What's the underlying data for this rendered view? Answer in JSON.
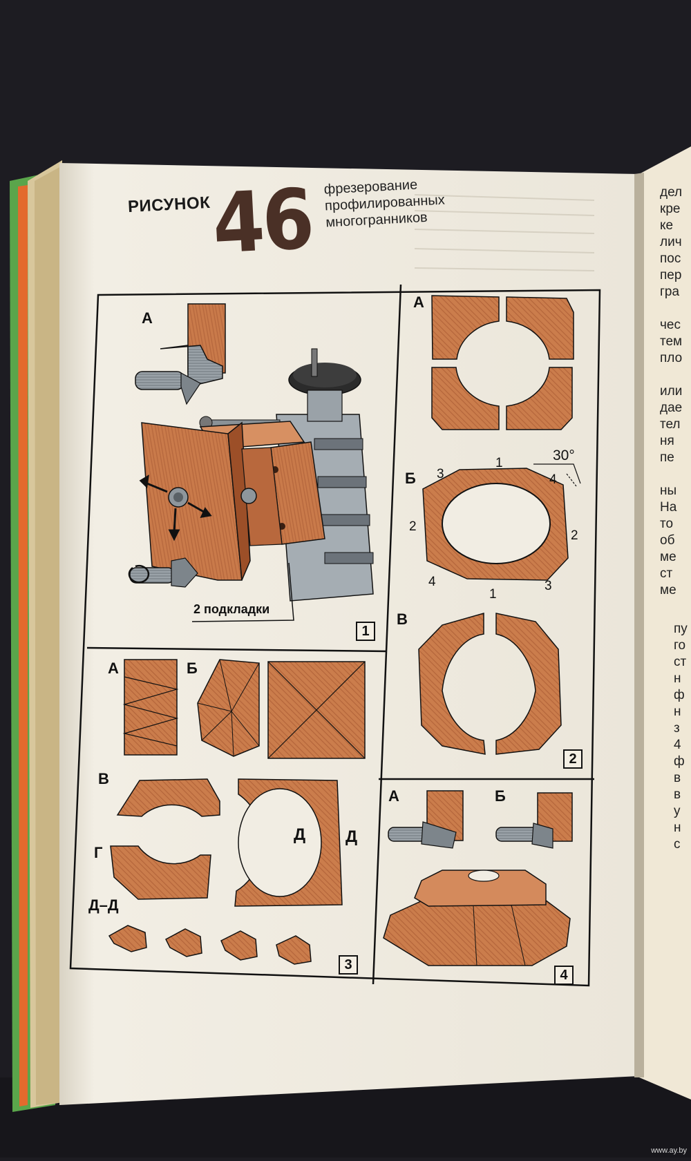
{
  "header": {
    "word": "РИСУНОК",
    "number": "46",
    "title_lines": [
      "фрезерование",
      "профилированных",
      "многогранников"
    ]
  },
  "panel1": {
    "number": "1",
    "label_a": "А",
    "callout": "2 подкладки"
  },
  "panel2": {
    "number": "2",
    "label_a": "А",
    "label_b": "Б",
    "label_v": "В",
    "angle": "30°",
    "edge_numbers": [
      "3",
      "1",
      "4",
      "2",
      "2",
      "4",
      "1",
      "3"
    ]
  },
  "panel3": {
    "number": "3",
    "label_a": "А",
    "label_b": "Б",
    "label_v": "В",
    "label_g": "Г",
    "label_d1": "Д",
    "label_d2": "Д",
    "label_dd": "Д–Д"
  },
  "panel4": {
    "number": "4",
    "label_a": "А",
    "label_b": "Б"
  },
  "right_page_fragments": [
    "дел",
    "кре",
    "ке",
    "лич",
    "пос",
    "пер",
    "гра",
    "чес",
    "тем",
    "пло",
    "или",
    "дае",
    "тел",
    "ня",
    "пе",
    "ны",
    "На",
    "то",
    "об",
    "ме",
    "ст",
    "ме",
    "пу",
    "го",
    "ст",
    "н",
    "ф",
    "н",
    "з",
    "4",
    "ф",
    "в",
    "в",
    "у",
    "н",
    "с"
  ],
  "watermark": "www.ay.by",
  "colors": {
    "wood": "#c97a4a",
    "wood_dark": "#a5552d",
    "paper": "#f1ede3",
    "ink": "#111111",
    "background": "#1d1c22",
    "cover_green": "#5aa54b"
  }
}
